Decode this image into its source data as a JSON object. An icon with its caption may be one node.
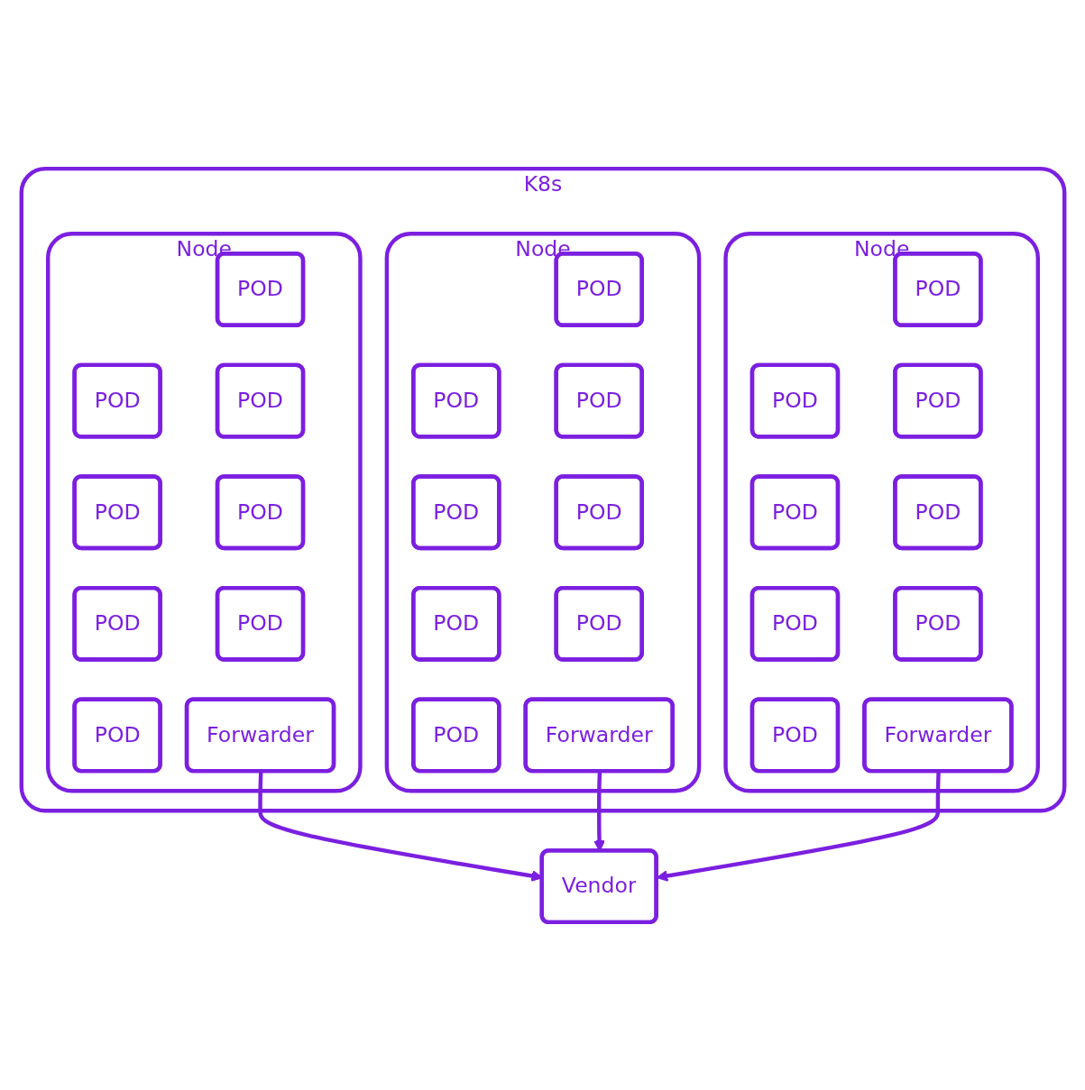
{
  "diagram": {
    "nodes": [
      {
        "text": [
          "K8s"
        ]
      },
      {
        "text": [
          "Node"
        ],
        "in": 0
      },
      {
        "text": [
          "POD"
        ],
        "in": 1
      },
      {
        "text": [
          "POD"
        ],
        "in": 1
      },
      {
        "text": [
          "POD"
        ],
        "in": 1
      },
      {
        "text": [
          "POD"
        ],
        "in": 1
      },
      {
        "text": [
          "POD"
        ],
        "in": 1
      },
      {
        "text": [
          "POD"
        ],
        "in": 1
      },
      {
        "text": [
          "POD"
        ],
        "in": 1
      },
      {
        "text": [
          "POD"
        ],
        "in": 1
      },
      {
        "text": [
          "Forwarder"
        ],
        "in": 1
      },
      {
        "text": [
          "Node"
        ],
        "in": 0
      },
      {
        "text": [
          "POD"
        ],
        "in": 11
      },
      {
        "text": [
          "POD"
        ],
        "in": 11
      },
      {
        "text": [
          "POD"
        ],
        "in": 11
      },
      {
        "text": [
          "POD"
        ],
        "in": 11
      },
      {
        "text": [
          "POD"
        ],
        "in": 11
      },
      {
        "text": [
          "POD"
        ],
        "in": 11
      },
      {
        "text": [
          "POD"
        ],
        "in": 11
      },
      {
        "text": [
          "POD"
        ],
        "in": 11
      },
      {
        "text": [
          "Forwarder"
        ],
        "in": 11
      },
      {
        "text": [
          "Node"
        ],
        "in": 0
      },
      {
        "text": [
          "POD"
        ],
        "in": 21
      },
      {
        "text": [
          "POD"
        ],
        "in": 21
      },
      {
        "text": [
          "POD"
        ],
        "in": 21
      },
      {
        "text": [
          "POD"
        ],
        "in": 21
      },
      {
        "text": [
          "POD"
        ],
        "in": 21
      },
      {
        "text": [
          "POD"
        ],
        "in": 21
      },
      {
        "text": [
          "POD"
        ],
        "in": 21
      },
      {
        "text": [
          "POD"
        ],
        "in": 21
      },
      {
        "text": [
          "Forwarder"
        ],
        "in": 21
      },
      {
        "text": [
          "Vendor"
        ]
      }
    ],
    "edges": [
      {
        "from": 10,
        "to": 31,
        "arrow": "to"
      },
      {
        "from": 20,
        "to": 31,
        "arrow": "to"
      },
      {
        "from": 30,
        "to": 31,
        "arrow": "to"
      }
    ]
  }
}
